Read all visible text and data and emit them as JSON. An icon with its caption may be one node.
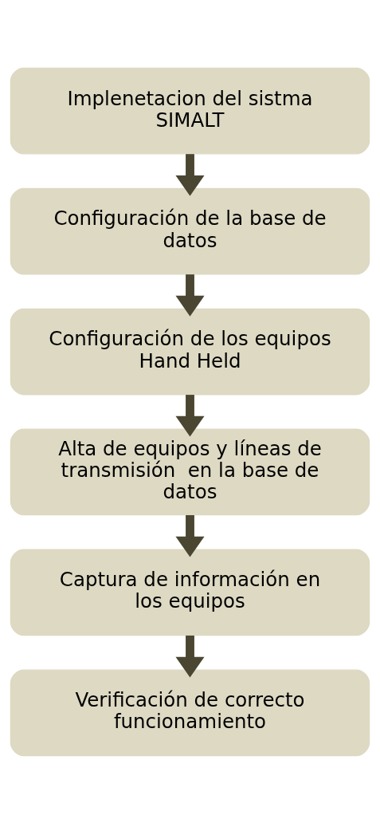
{
  "diagram": {
    "nodes": [
      {
        "text": [
          "Implenetacion del sistma SIMALT"
        ]
      },
      {
        "text": [
          "Configuración de la base de datos"
        ]
      },
      {
        "text": [
          "Configuración de los equipos Hand Held"
        ]
      },
      {
        "text": [
          "Alta de equipos y líneas de transmisión  en la base de datos"
        ]
      },
      {
        "text": [
          "Captura de información en los equipos"
        ]
      },
      {
        "text": [
          "Verificación de correcto funcionamiento"
        ]
      }
    ],
    "edges": [
      {
        "from": 0,
        "to": 1,
        "arrow": "to"
      },
      {
        "from": 1,
        "to": 2,
        "arrow": "to"
      },
      {
        "from": 2,
        "to": 3,
        "arrow": "to"
      },
      {
        "from": 3,
        "to": 4,
        "arrow": "to"
      },
      {
        "from": 4,
        "to": 5,
        "arrow": "to"
      }
    ]
  }
}
